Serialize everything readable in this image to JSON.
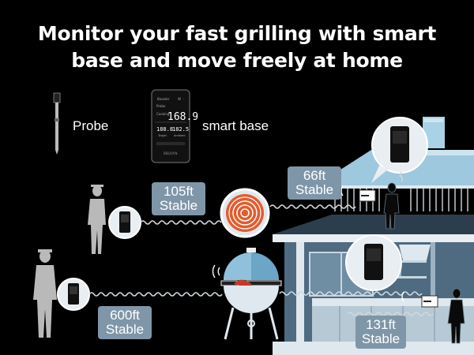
{
  "headline": {
    "line1": "Monitor your fast grilling with smart",
    "line2": "base and move freely at home"
  },
  "legend": {
    "probe_label": "Probe",
    "base_label": "smart base"
  },
  "device": {
    "main_temp": "168.9",
    "target_temp": "188.8",
    "ambient_temp": "182.5",
    "target_label": "Target",
    "ambient_label": "Ambient",
    "brand": "BBQOVN"
  },
  "ranges": [
    {
      "distance": "105ft",
      "status": "Stable"
    },
    {
      "distance": "66ft",
      "status": "Stable"
    },
    {
      "distance": "600ft",
      "status": "Stable"
    },
    {
      "distance": "131ft",
      "status": "Stable"
    }
  ],
  "colors": {
    "badge": "#7f96a8",
    "house": "#4e6b82",
    "roof": "#9ec8de",
    "grill_lid": "#6ba6c7",
    "wave": "#e45b2d"
  }
}
